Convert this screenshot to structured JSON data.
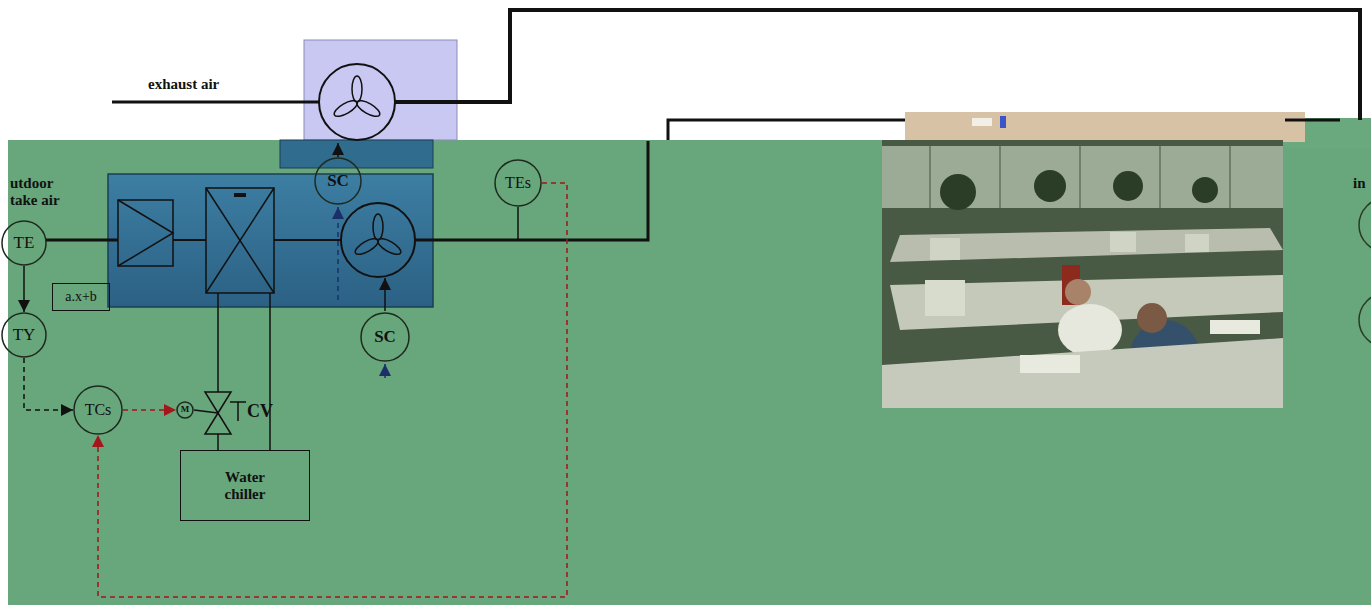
{
  "diagram": {
    "nodes": [
      {
        "text": [
          "SC"
        ]
      },
      {
        "text": [
          "TEs"
        ]
      },
      {
        "text": [
          "TE"
        ]
      },
      {
        "text": [
          "a.x+b"
        ]
      },
      {
        "text": [
          "TY"
        ]
      },
      {
        "text": [
          "SC"
        ]
      },
      {
        "text": [
          "TCs"
        ]
      },
      {
        "text": [
          "M"
        ]
      },
      {
        "text": [
          "Water chiller"
        ]
      }
    ],
    "edges": [
      {
        "from": 2,
        "to": 4,
        "arrow": "to"
      },
      {
        "from": 4,
        "to": 6,
        "arrow": "to"
      },
      {
        "from": 6,
        "to": 7,
        "arrow": "to"
      },
      {
        "from": 1,
        "to": 6,
        "arrow": "to"
      }
    ],
    "labels": [
      "exhaust air",
      "utdoor",
      "take air",
      "CV",
      "in"
    ]
  }
}
